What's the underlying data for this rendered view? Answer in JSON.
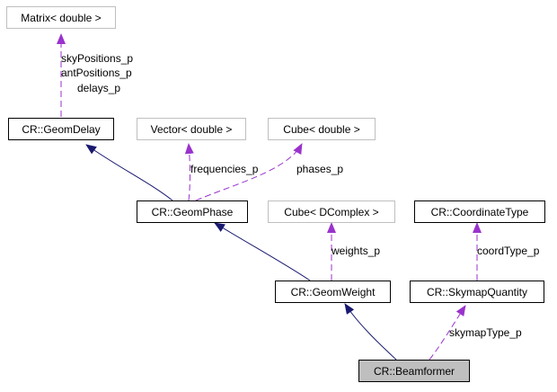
{
  "nodes": {
    "matrix": "Matrix< double >",
    "geomdelay": "CR::GeomDelay",
    "vector": "Vector< double >",
    "cube_double": "Cube< double >",
    "geomphase": "CR::GeomPhase",
    "cube_dcomplex": "Cube< DComplex >",
    "coordinatetype": "CR::CoordinateType",
    "geomweight": "CR::GeomWeight",
    "skymapquantity": "CR::SkymapQuantity",
    "beamformer": "CR::Beamformer"
  },
  "edge_labels": {
    "sky_positions": "skyPositions_p",
    "ant_positions": "antPositions_p",
    "delays": "delays_p",
    "frequencies": "frequencies_p",
    "phases": "phases_p",
    "weights": "weights_p",
    "coord_type": "coordType_p",
    "skymap_type": "skymapType_p"
  },
  "colors": {
    "inheritance": "#191970",
    "usage": "#9a32cd",
    "external_border": "#bfbfbf",
    "focus_fill": "#bfbfbf"
  }
}
